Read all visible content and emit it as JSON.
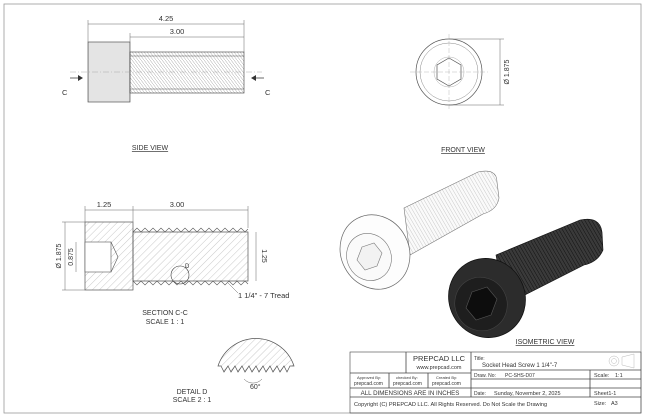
{
  "dimensions": {
    "side_overall": "4.25",
    "side_thread": "3.00",
    "front_diameter": "Ø 1.875",
    "section_head": "1.25",
    "section_thread": "3.00",
    "section_head_dia": "Ø 1.875",
    "section_socket": "0.875",
    "section_right": "1.25",
    "thread_callout": "1 1/4\" - 7 Tread",
    "detail_angle": "60°"
  },
  "section_markers": {
    "left": "C",
    "right": "C",
    "detail": "D"
  },
  "views": {
    "side": "SIDE VIEW",
    "front": "FRONT VIEW",
    "section_title": "SECTION C-C",
    "section_scale": "SCALE 1 : 1",
    "isometric": "ISOMETRIC VIEW",
    "detail_title": "DETAIL D",
    "detail_scale": "SCALE 2 : 1"
  },
  "title_block": {
    "company": "PREPCAD LLC",
    "website": "www.prepcad.com",
    "approved_by_label": "Approved By:",
    "approved_by_value": "prepcad.com",
    "checked_by_label": "checked By:",
    "checked_by_value": "prepcad.com",
    "created_by_label": "Created By:",
    "created_by_value": "prepcad.com",
    "all_dimensions": "ALL DIMENSIONS ARE IN INCHES",
    "copyright": "Copyright (C)  PREPCAD LLC. All Rights Reserved. Do Not Scale the Drawing",
    "title_label": "Title:",
    "title_value": "Socket Head Screw 1 1/4\"-7",
    "drawing_no_label": "Draw. No:",
    "drawing_no_value": "PC-SHS-D07",
    "date_label": "Date:",
    "date_value": "Sunday, November 2, 2025",
    "scale_label": "Scale:",
    "scale_value": "1:1",
    "sheet_value": "Sheet1-1",
    "size_label": "Size:",
    "size_value": "A3"
  }
}
